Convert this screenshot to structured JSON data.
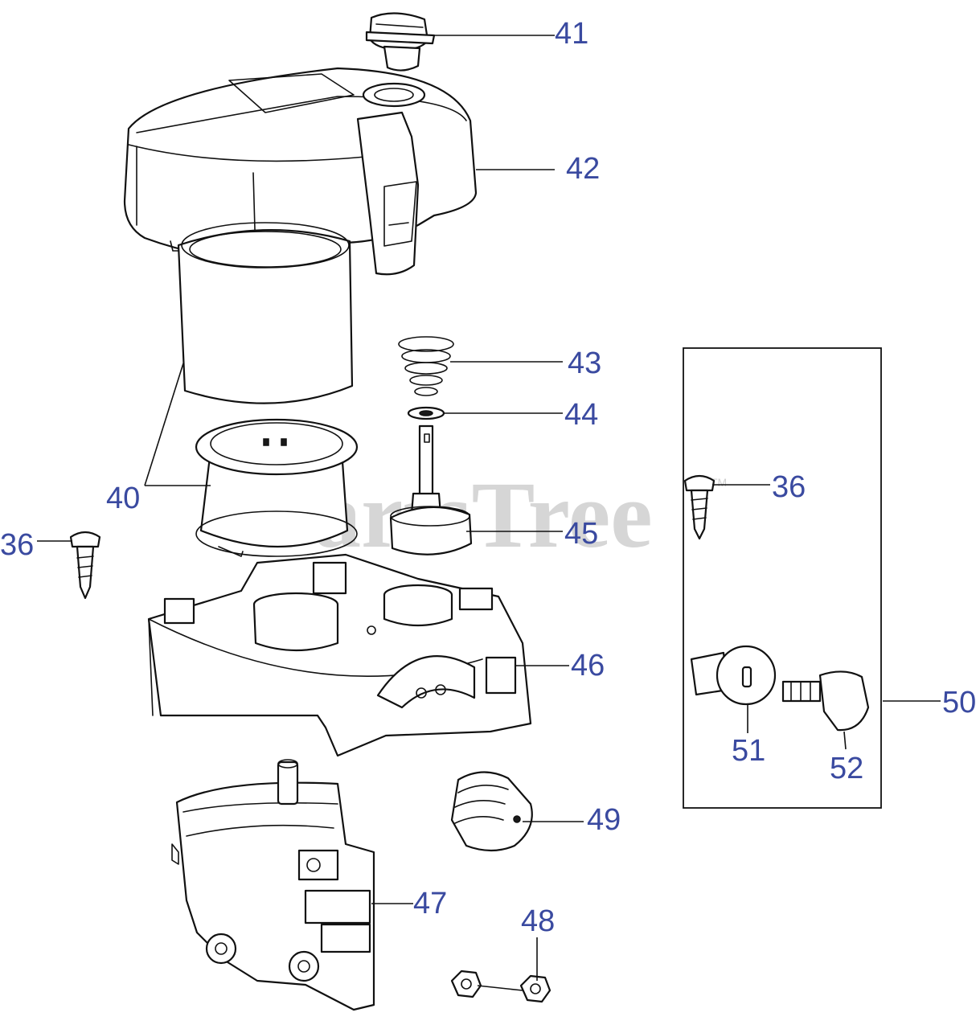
{
  "watermark": {
    "text": "PartsTree",
    "trademark": "TM"
  },
  "callouts": [
    {
      "id": "c41",
      "label": "41"
    },
    {
      "id": "c42",
      "label": "42"
    },
    {
      "id": "c43",
      "label": "43"
    },
    {
      "id": "c44",
      "label": "44"
    },
    {
      "id": "c36r",
      "label": "36"
    },
    {
      "id": "c40",
      "label": "40"
    },
    {
      "id": "c36l",
      "label": "36"
    },
    {
      "id": "c45",
      "label": "45"
    },
    {
      "id": "c46",
      "label": "46"
    },
    {
      "id": "c50",
      "label": "50"
    },
    {
      "id": "c51",
      "label": "51"
    },
    {
      "id": "c52",
      "label": "52"
    },
    {
      "id": "c49",
      "label": "49"
    },
    {
      "id": "c47",
      "label": "47"
    },
    {
      "id": "c48",
      "label": "48"
    }
  ],
  "colors": {
    "callout": "#3a4aa0",
    "line": "#111111",
    "watermark": "#d0d0d0"
  }
}
